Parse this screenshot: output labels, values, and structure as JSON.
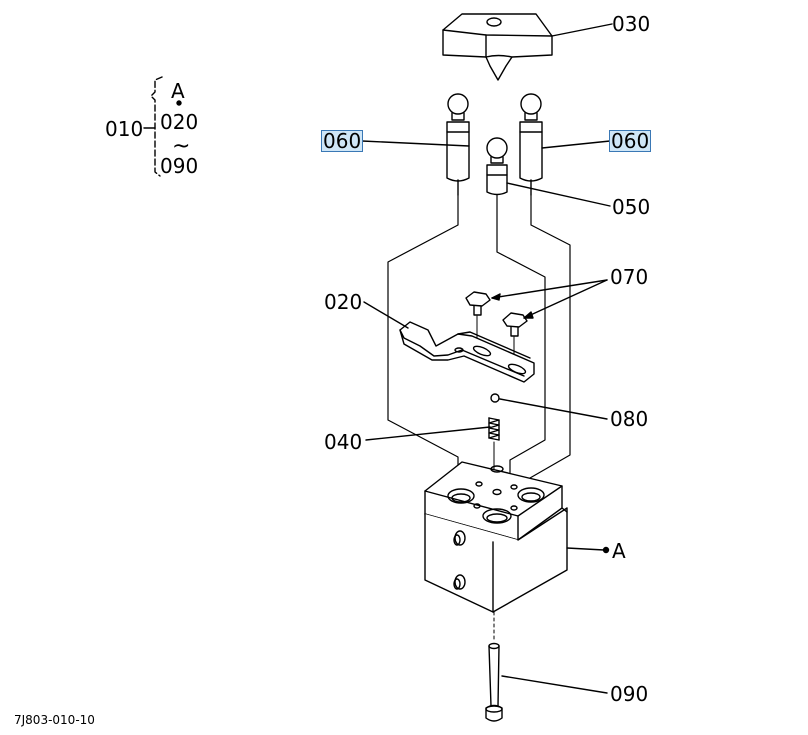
{
  "legend": {
    "assembly_no": "010",
    "from": "A",
    "start": "020",
    "tilde": "~",
    "end": "090"
  },
  "callouts": {
    "c030": "030",
    "c060_left": "060",
    "c060_right": "060",
    "c050": "050",
    "c070": "070",
    "c020": "020",
    "c080": "080",
    "c040": "040",
    "cA": "A",
    "c090": "090"
  },
  "highlight_color": "#cfe6f7",
  "diagram_code": "7J803-010-10"
}
